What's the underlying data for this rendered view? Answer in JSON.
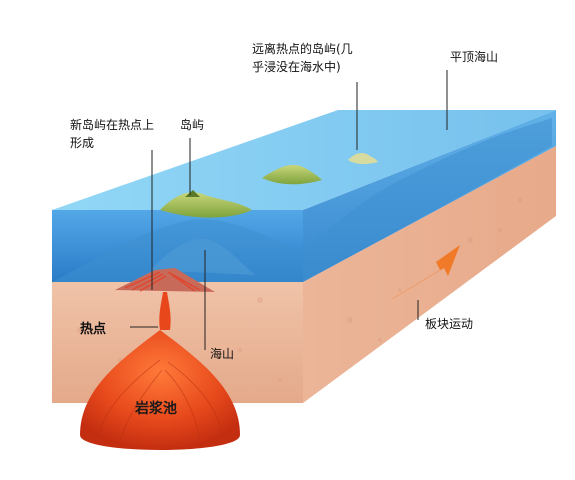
{
  "labels": {
    "new_island": "新岛屿在热点上形成",
    "island": "岛屿",
    "distant_island": "远离热点的岛屿(几乎浸没在海水中)",
    "guyot": "平顶海山",
    "hotspot": "热点",
    "seamount": "海山",
    "plate_motion": "板块运动",
    "magma_chamber": "岩浆池"
  },
  "colors": {
    "ocean_top": "#6fc3ef",
    "ocean_front": "#2a86d6",
    "ocean_side": "#3b8fd2",
    "crust": "#e9b79a",
    "crust_dark": "#d98e6c",
    "magma": "#e8471c",
    "arrow": "#f07a28",
    "island_green": "#9fbf4a"
  }
}
